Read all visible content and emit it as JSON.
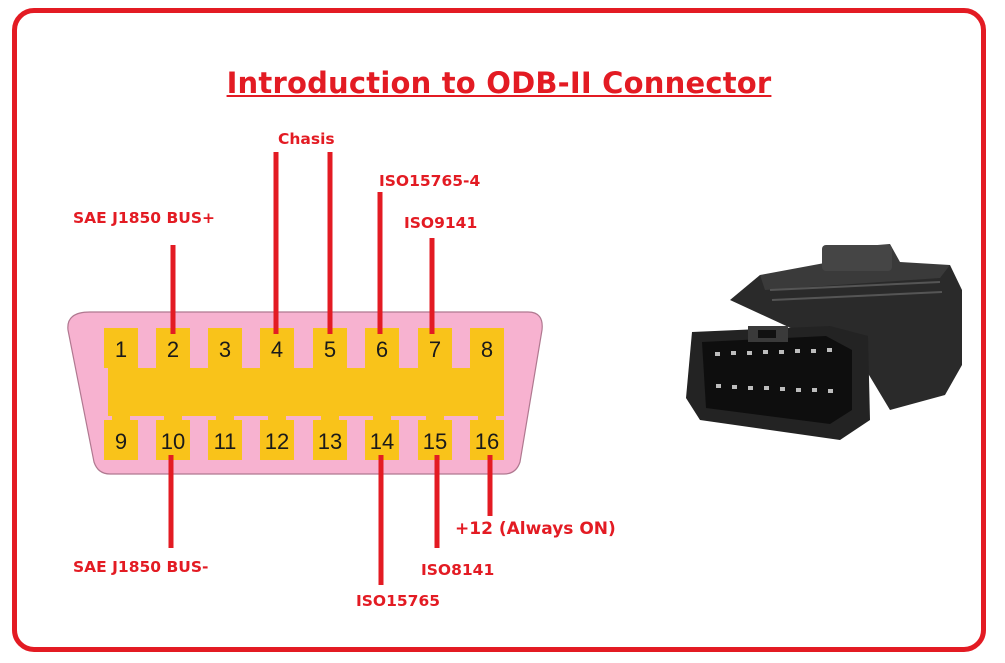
{
  "title": "Introduction to ODB-II Connector",
  "pins": {
    "top": [
      "1",
      "2",
      "3",
      "4",
      "5",
      "6",
      "7",
      "8"
    ],
    "bottom": [
      "9",
      "10",
      "11",
      "12",
      "13",
      "14",
      "15",
      "16"
    ]
  },
  "labels": {
    "pin2": "SAE J1850 BUS+",
    "chasis": "Chasis",
    "pin6": "ISO15765-4",
    "pin7": "ISO9141",
    "pin10": "SAE J1850 BUS-",
    "pin14": "ISO15765",
    "pin15": "ISO8141",
    "pin16": "+12 (Always ON)"
  },
  "colors": {
    "accent": "#e31b23",
    "connector_body": "#f7b2d0",
    "pin_pad": "#f9c31a"
  }
}
